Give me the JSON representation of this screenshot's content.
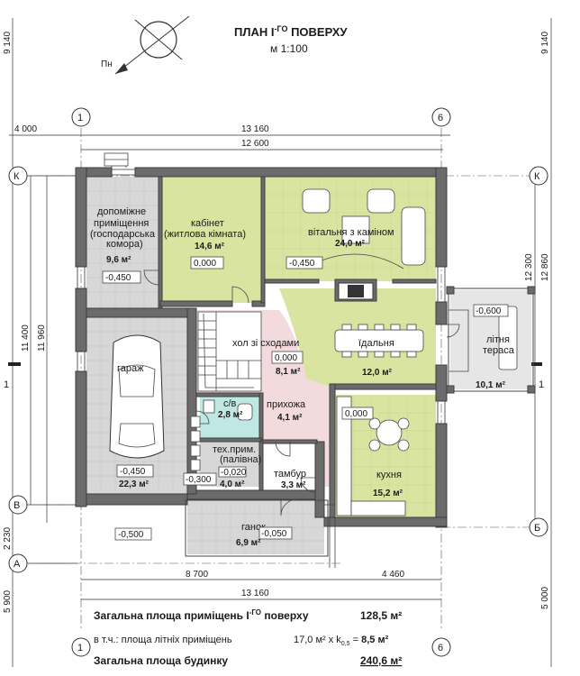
{
  "title": {
    "main": "ПЛАН I",
    "sup": "-ГО",
    "rest": " ПОВЕРХУ",
    "scale": "м 1:100"
  },
  "compass_label": "Пн",
  "axes": {
    "top_1": "1",
    "top_6": "6",
    "bottom_1": "1",
    "bottom_6": "6",
    "K_left": "К",
    "K_right": "К",
    "B_left": "В",
    "B_right": "Б",
    "A_left": "А",
    "sec_left": "1",
    "sec_right": "1"
  },
  "dims": {
    "top_total": "13 160",
    "top_inner": "12 600",
    "top_left": "4 000",
    "top_right_v": "9 140",
    "left_v_total": "11 400",
    "left_v_inner": "11 960",
    "right_v_1": "12 300",
    "right_v_2": "12 860",
    "left_v_top": "9 140",
    "left_v_2230": "2 230",
    "left_v_5900": "5 900",
    "bottom_8700": "8 700",
    "bottom_4460": "4 460",
    "bottom_total": "13 160",
    "right_v_5000": "5 000",
    "right_v_9140": "9 140"
  },
  "rooms": [
    {
      "name1": "допоміжне",
      "name2": "приміщення",
      "name3": "(господарська",
      "name4": "комора)",
      "area": "9,6 м²",
      "level": "-0,450"
    },
    {
      "name1": "кабінет",
      "name2": "(житлова кімната)",
      "area": "14,6 м²",
      "level": "0,000"
    },
    {
      "name1": "вітальня з каміном",
      "area": "24,0 м²",
      "level": "-0,450"
    },
    {
      "name1": "хол зі сходами",
      "area": "8,1 м²",
      "level": "0,000"
    },
    {
      "name1": "їдальня",
      "area": "12,0 м²"
    },
    {
      "name1": "літня",
      "name2": "тераса",
      "area": "10,1 м²",
      "level": "-0,600"
    },
    {
      "name1": "гараж",
      "area": "22,3 м²",
      "level": "-0,450"
    },
    {
      "name1": "с/в",
      "area": "2,8 м²"
    },
    {
      "name1": "прихожа",
      "area": "4,1 м²"
    },
    {
      "name1": "кухня",
      "area": "15,2 м²",
      "level": "0,000"
    },
    {
      "name1": "тех.прим.",
      "name2": "(палівна)",
      "area": "4,0 м²",
      "level": "-0,020"
    },
    {
      "name1": "тамбур",
      "area": "3,3 м²"
    },
    {
      "name1": "ганок",
      "area": "6,9 м²",
      "level": "-0,050"
    }
  ],
  "extra_levels": {
    "garage_door": "-0,300",
    "yard": "-0,500"
  },
  "summary": {
    "row1_label_a": "Загальна площа приміщень I",
    "row1_sup": "-ГО",
    "row1_label_b": " поверху",
    "row1_value": "128,5 м²",
    "row2_label": "в т.ч.: площа літніх приміщень",
    "row2_value_a": "17,0 м² x k",
    "row2_sub": "0,5",
    "row2_value_b": " = ",
    "row2_result": "8,5 м²",
    "row3_label": "Загальна площа будинку",
    "row3_value": "240,6 м²"
  },
  "colors": {
    "green": "#d9e4a0",
    "pink": "#f3dbdd",
    "gray": "#d7d7d7",
    "cyan": "#bfe8e4",
    "wall": "#6b6b6b",
    "white": "#ffffff"
  }
}
